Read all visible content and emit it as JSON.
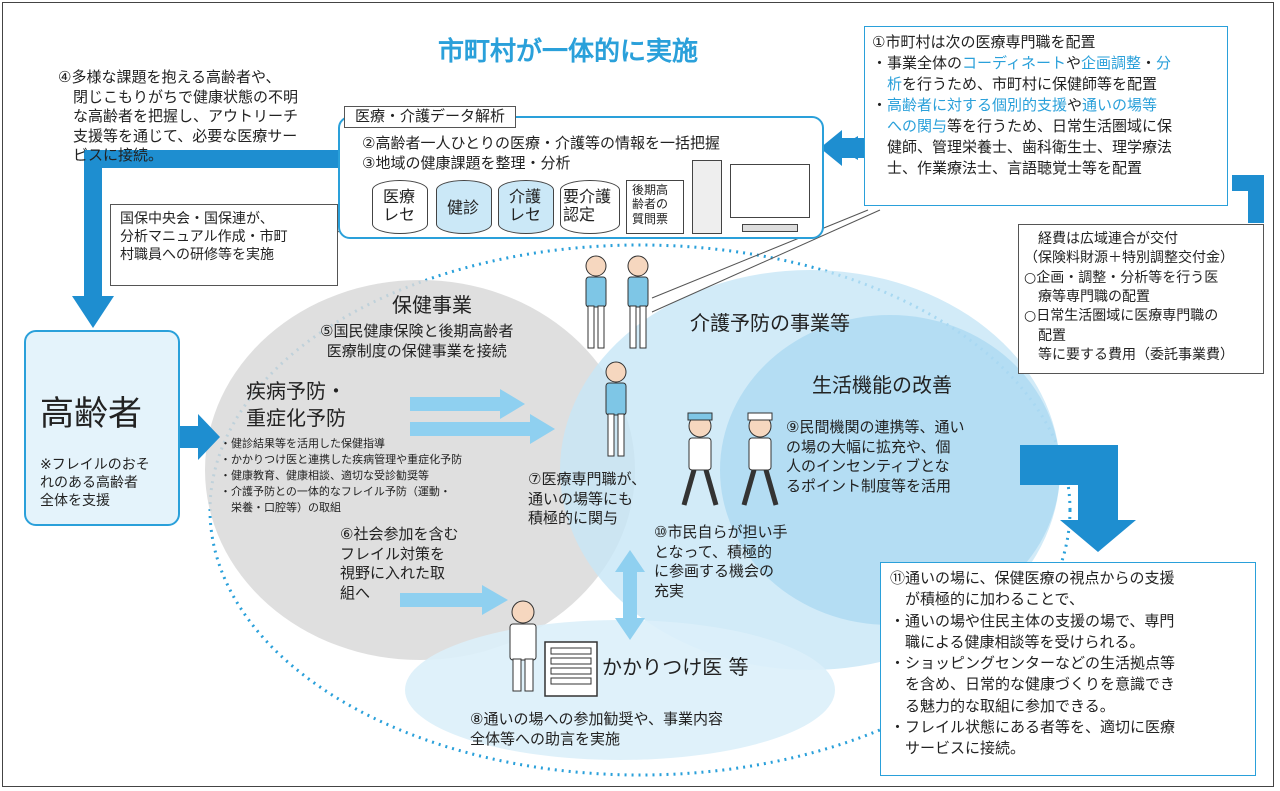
{
  "title": "市町村が一体的に実施",
  "colors": {
    "accent": "#2aa0da",
    "arrow": "#1e8ed0",
    "light_arrow": "#8fd0f0"
  },
  "note4": "④多様な課題を抱える高齢者や、\n　閉じこもりがちで健康状態の不明\n　な高齢者を把握し、アウトリーチ\n　支援等を通じて、必要な医療サー\n　ビスに接続。",
  "data_panel": {
    "label": "医療・介護データ解析",
    "line2": "②高齢者一人ひとりの医療・介護等の情報を一括把握",
    "line3": "③地域の健康課題を整理・分析",
    "cylinders": [
      "医療\nレセ",
      "健診",
      "介護\nレセ",
      "要介護\n認定"
    ],
    "doc": "後期高\n齢者の\n質問票",
    "pc_icon": "computer-icon"
  },
  "kokuho_note": "国保中央会・国保連が、\n分析マニュアル作成・市町\n村職員への研修等を実施",
  "box1": {
    "head": "①市町村は次の医療専門職を配置",
    "l1a": "・事業全体の",
    "l1b": "コーディネート",
    "l1c": "や",
    "l1d": "企画調整",
    "l1e": "・",
    "l1f": "分",
    "l2a": "　析",
    "l2b": "を行うため、市町村に保健師等を配置",
    "l3a": "・",
    "l3b": "高齢者に対する個別的支援",
    "l3c": "や",
    "l3d": "通いの場等",
    "l4a": "　への関与",
    "l4b": "等を行うため、日常生活圏域に保",
    "l5": "　健師、管理栄養士、歯科衛生士、理学療法",
    "l6": "　士、作業療法士、言語聴覚士等を配置"
  },
  "funding": "　経費は広域連合が交付\n（保険料財源＋特別調整交付金）\n○企画・調整・分析等を行う医\n　療等専門職の配置\n○日常生活圏域に医療専門職の\n　配置\n　等に要する費用（委託事業費）",
  "elderly": {
    "title": "高齢者",
    "note": "※フレイルのおそ\nれのある高齢者\n全体を支援"
  },
  "hoken": {
    "title": "保健事業",
    "item5": "⑤国民健康保険と後期高齢者\n医療制度の保健事業を接続"
  },
  "shippei": {
    "title": "疾病予防・\n重症化予防",
    "bullets": "・健診結果等を活用した保健指導\n・かかりつけ医と連携した疾病管理や重症化予防\n・健康教育、健康相談、適切な受診勧奨等\n・介護予防との一体的なフレイル予防（運動・\n　栄養・口腔等）の取組"
  },
  "item6": "⑥社会参加を含む\nフレイル対策を\n視野に入れた取\n組へ",
  "kaigo": {
    "title": "介護予防の事業等"
  },
  "seikatsu": {
    "title": "生活機能の改善",
    "item9": "⑨民間機関の連携等、通い\nの場の大幅に拡充や、個\n人のインセンティブとな\nるポイント制度等を活用"
  },
  "item7": "⑦医療専門職が、\n通いの場等にも\n積極的に関与",
  "item10": "⑩市民自らが担い手\nとなって、積極的\nに参画する機会の\n充実",
  "kakari": {
    "title": "かかりつけ医 等",
    "item8": "⑧通いの場への参加勧奨や、事業内容\n全体等への助言を実施"
  },
  "box11": "⑪通いの場に、保健医療の視点からの支援\n　が積極的に加わることで、\n・通いの場や住民主体の支援の場で、専門\n　職による健康相談等を受けられる。\n・ショッピングセンターなどの生活拠点等\n　を含め、日常的な健康づくりを意識でき\n　る魅力的な取組に参加できる。\n・フレイル状態にある者等を、適切に医療\n　サービスに接続。"
}
